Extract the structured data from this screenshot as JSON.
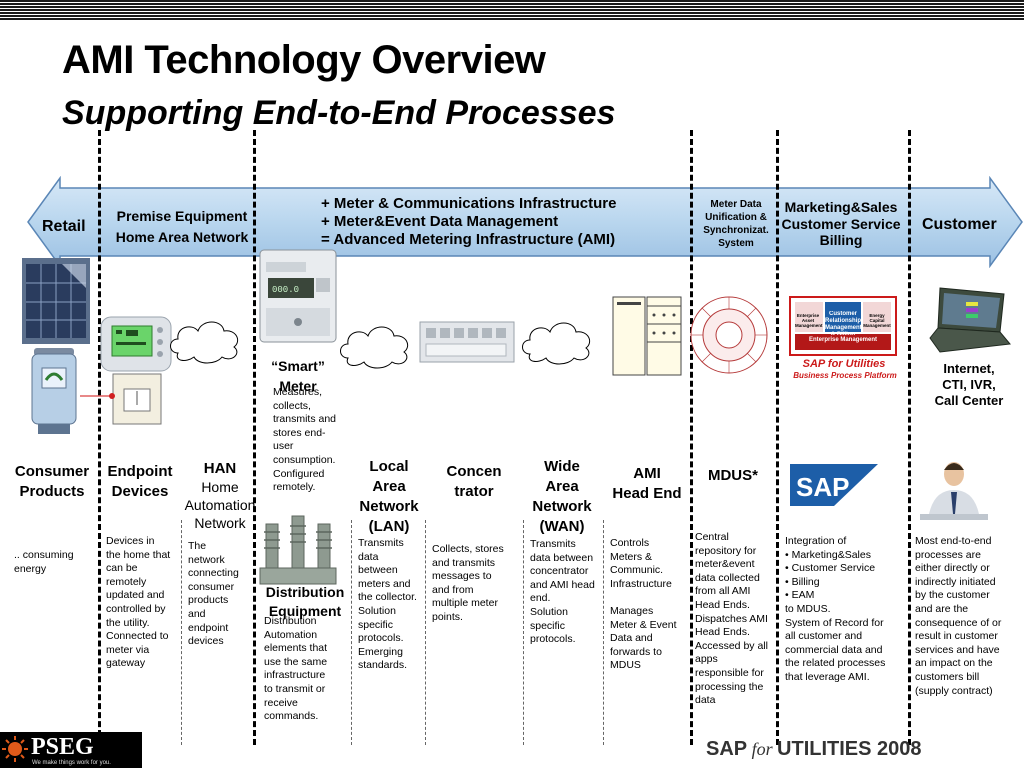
{
  "title": "AMI Technology Overview",
  "subtitle": "Supporting End-to-End Processes",
  "banner": {
    "left": "Retail",
    "premise": [
      "Premise Equipment",
      "Home Area Network"
    ],
    "center": [
      "+ Meter & Communications Infrastructure",
      "+ Meter&Event Data Management",
      "= Advanced Metering Infrastructure (AMI)"
    ],
    "mdus": [
      "Meter Data",
      "Unification &",
      "Synchronizat.",
      "System"
    ],
    "marketing": [
      "Marketing&Sales",
      "Customer Service",
      "Billing"
    ],
    "right": "Customer"
  },
  "images": {
    "smart_meter": [
      "“Smart”",
      "Meter"
    ],
    "distribution": [
      "Distribution",
      "Equipment"
    ],
    "sap_logo_text": "SAP for Utilities",
    "sap_logo_sub": "Business Process Platform",
    "sap_box": [
      "Enterprise Asset Management",
      "Customer Relationship Management & Billing",
      "Energy Capital Management",
      "Enterprise Management"
    ],
    "internet": [
      "Internet,",
      "CTI, IVR,",
      "Call Center"
    ],
    "sap": "SAP"
  },
  "columns": [
    {
      "id": "consumer",
      "header": [
        "Consumer",
        "Products"
      ],
      "desc": ".. consuming\n   energy"
    },
    {
      "id": "endpoint",
      "header": [
        "Endpoint",
        "Devices"
      ],
      "desc": "Devices in\nthe home that\ncan be\nremotely\nupdated and\ncontrolled by\nthe utility.\nConnected to\nmeter via\ngateway"
    },
    {
      "id": "han",
      "header": [
        "HAN"
      ],
      "header_sub": [
        "Home",
        "Automation",
        "Network"
      ],
      "desc": "The\nnetwork\nconnecting\nconsumer\nproducts\nand\nendpoint\ndevices"
    },
    {
      "id": "meter",
      "desc": "Measures,\ncollects,\ntransmits and\nstores end-\nuser\nconsumption.\nConfigured\nremotely."
    },
    {
      "id": "distribution",
      "desc": "Distribution\nAutomation\nelements that\nuse the same\ninfrastructure\nto transmit or\nreceive\ncommands."
    },
    {
      "id": "lan",
      "header": [
        "Local",
        "Area",
        "Network",
        "(LAN)"
      ],
      "desc": "Transmits\ndata\nbetween\nmeters and\nthe collector.\nSolution\nspecific\nprotocols.\nEmerging\nstandards."
    },
    {
      "id": "concentrator",
      "header": [
        "Concen",
        "trator"
      ],
      "desc": "Collects, stores\nand transmits\nmessages to\nand  from\nmultiple meter\npoints."
    },
    {
      "id": "wan",
      "header": [
        "Wide",
        "Area",
        "Network",
        "(WAN)"
      ],
      "desc": "Transmits\ndata between\nconcentrator\nand AMI head\nend.\nSolution\nspecific\nprotocols."
    },
    {
      "id": "headend",
      "header": [
        "AMI",
        "Head End"
      ],
      "desc": "Controls\nMeters &\nCommunic.\nInfrastructure\n\nManages\nMeter & Event\nData and\nforwards to\nMDUS"
    },
    {
      "id": "mdus",
      "header": [
        "MDUS*"
      ],
      "desc": "Central\nrepository for\nmeter&event\ndata collected\nfrom all AMI\nHead Ends.\nDispatches AMI\nHead Ends.\nAccessed by all\napps\nresponsible for\nprocessing the\ndata"
    },
    {
      "id": "sapcol",
      "desc": "Integration of\n• Marketing&Sales\n• Customer Service\n• Billing\n• EAM\nto MDUS.\nSystem of Record for\nall customer and\ncommercial data and\nthe related processes\nthat leverage AMI."
    },
    {
      "id": "customer",
      "desc": "Most end-to-end\nprocesses are\neither directly or\nindirectly initiated\nby the customer\nand are the\nconsequence of or\nresult in customer\nservices and have\nan impact on the\ncustomers bill\n(supply contract)"
    }
  ],
  "footer": {
    "pseg": "PSEG",
    "pseg_sub": "We make things work for you.",
    "sap_for": "SAP",
    "for": "for",
    "utilities": "UTILITIES 2008"
  },
  "colors": {
    "banner": "#b9d6ee",
    "banner_dark": "#5a86b6",
    "sap_red": "#cc1a1a",
    "sap_blue": "#1d5ea8",
    "pseg_red": "#e05a1a"
  }
}
